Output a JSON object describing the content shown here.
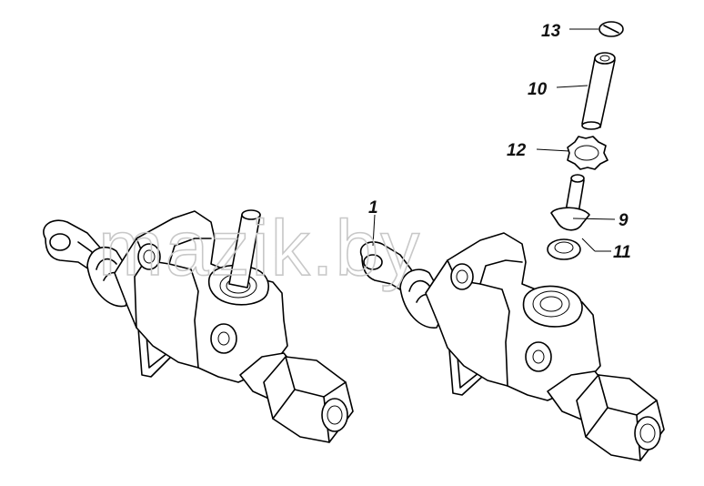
{
  "watermark": "mazik.by",
  "callouts": {
    "c13": "13",
    "c10": "10",
    "c12": "12",
    "c9": "9",
    "c11": "11",
    "c1": "1"
  },
  "colors": {
    "line": "#000000",
    "background": "#ffffff",
    "watermark": "#c8c8c8"
  }
}
